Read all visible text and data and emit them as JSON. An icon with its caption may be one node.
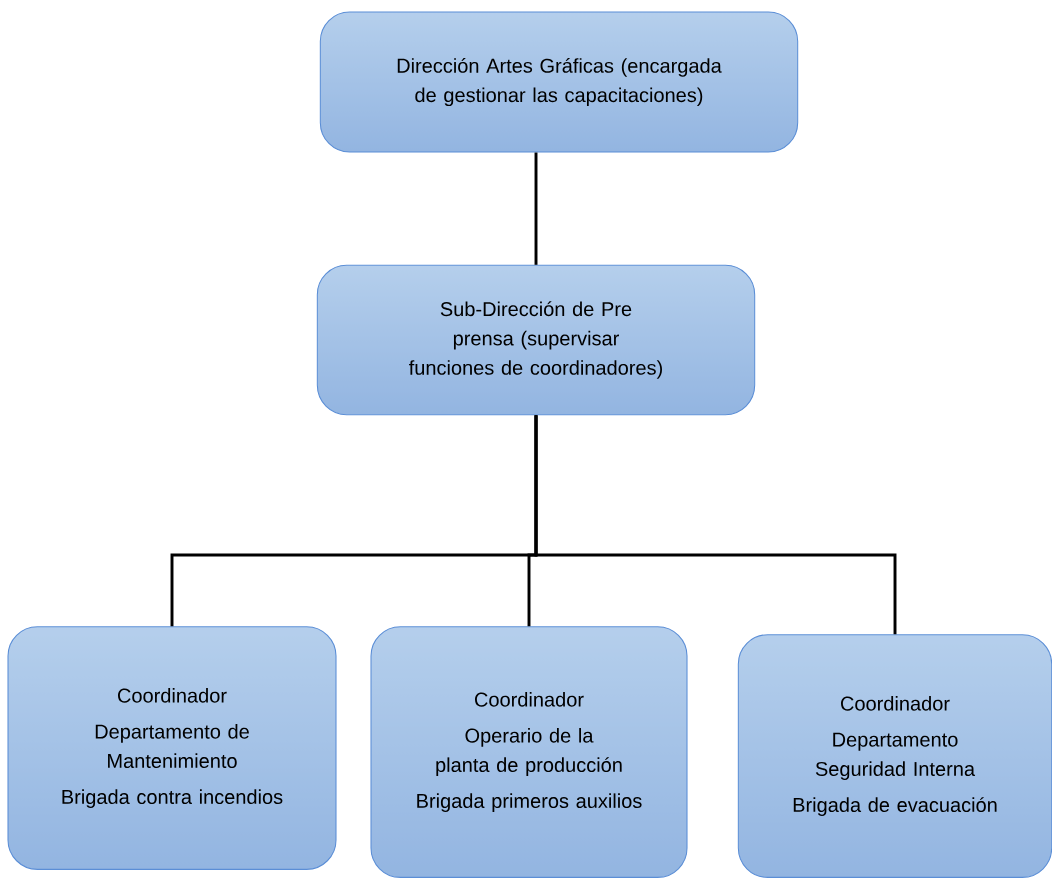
{
  "diagram": {
    "nodes": [
      {
        "text": [
          "Dirección Artes Gráficas (encargada de gestionar las capacitaciones)"
        ]
      },
      {
        "text": [
          "Sub-Dirección de Pre prensa (supervisar funciones de coordinadores)"
        ]
      },
      {
        "text": [
          "Coordinador",
          "Departamento de Mantenimiento",
          "Brigada contra incendios"
        ]
      },
      {
        "text": [
          "Coordinador",
          "Operario de la planta de producción",
          "Brigada primeros auxilios"
        ]
      },
      {
        "text": [
          "Coordinador",
          "Departamento Seguridad Interna",
          "Brigada de evacuación"
        ]
      }
    ],
    "edges": [
      {
        "from": 0,
        "to": 1,
        "arrow": "none"
      },
      {
        "from": 1,
        "to": 2,
        "arrow": "none"
      },
      {
        "from": 1,
        "to": 3,
        "arrow": "none"
      },
      {
        "from": 1,
        "to": 4,
        "arrow": "none"
      }
    ]
  }
}
